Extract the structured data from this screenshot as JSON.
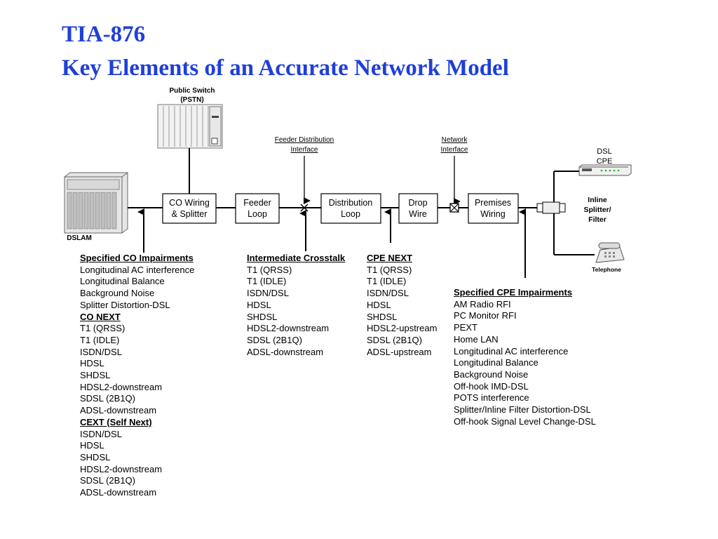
{
  "title": {
    "line1": "TIA-876",
    "line2": "Key Elements of an Accurate Network Model"
  },
  "diagram": {
    "pstn_label_1": "Public Switch",
    "pstn_label_2": "(PSTN)",
    "dslam_label": "DSLAM",
    "co_wiring": [
      "CO Wiring",
      "& Splitter"
    ],
    "feeder_loop": [
      "Feeder",
      "Loop"
    ],
    "distribution_loop": [
      "Distribution",
      "Loop"
    ],
    "drop_wire": [
      "Drop",
      "Wire"
    ],
    "premises_wiring": [
      "Premises",
      "Wiring"
    ],
    "feeder_interface": [
      "Feeder Distribution",
      "Interface"
    ],
    "network_interface": [
      "Network",
      "Interface"
    ],
    "dsl_cpe": [
      "DSL",
      "CPE"
    ],
    "inline_filter": [
      "Inline",
      "Splitter/",
      "Filter"
    ],
    "telephone": "Telephone"
  },
  "lists": {
    "co": {
      "items": [
        {
          "text": "Specified CO Impairments",
          "heading": true
        },
        {
          "text": "Longitudinal AC interference"
        },
        {
          "text": "Longitudinal Balance"
        },
        {
          "text": "Background Noise"
        },
        {
          "text": "Splitter Distortion-DSL"
        },
        {
          "text": "CO NEXT",
          "heading": true
        },
        {
          "text": "T1 (QRSS)"
        },
        {
          "text": "T1 (IDLE)"
        },
        {
          "text": "ISDN/DSL"
        },
        {
          "text": "HDSL"
        },
        {
          "text": "SHDSL"
        },
        {
          "text": "HDSL2-downstream"
        },
        {
          "text": "SDSL (2B1Q)"
        },
        {
          "text": "ADSL-downstream"
        },
        {
          "text": "CEXT (Self Next)",
          "heading": true
        },
        {
          "text": "ISDN/DSL"
        },
        {
          "text": "HDSL"
        },
        {
          "text": "SHDSL"
        },
        {
          "text": "HDSL2-downstream"
        },
        {
          "text": "SDSL (2B1Q)"
        },
        {
          "text": "ADSL-downstream"
        }
      ]
    },
    "intermediate": {
      "items": [
        {
          "text": "Intermediate Crosstalk",
          "heading": true
        },
        {
          "text": "T1 (QRSS)"
        },
        {
          "text": "T1 (IDLE)"
        },
        {
          "text": "ISDN/DSL"
        },
        {
          "text": "HDSL"
        },
        {
          "text": "SHDSL"
        },
        {
          "text": "HDSL2-downstream"
        },
        {
          "text": "SDSL (2B1Q)"
        },
        {
          "text": "ADSL-downstream"
        }
      ]
    },
    "cpe_next": {
      "items": [
        {
          "text": "CPE NEXT",
          "heading": true
        },
        {
          "text": "T1 (QRSS)"
        },
        {
          "text": "T1 (IDLE)"
        },
        {
          "text": "ISDN/DSL"
        },
        {
          "text": "HDSL"
        },
        {
          "text": "SHDSL"
        },
        {
          "text": "HDSL2-upstream"
        },
        {
          "text": "SDSL (2B1Q)"
        },
        {
          "text": "ADSL-upstream"
        }
      ]
    },
    "cpe_impairments": {
      "items": [
        {
          "text": "Specified CPE Impairments",
          "heading": true
        },
        {
          "text": "AM Radio RFI"
        },
        {
          "text": "PC Monitor RFI"
        },
        {
          "text": "PEXT"
        },
        {
          "text": "Home LAN"
        },
        {
          "text": "Longitudinal AC interference"
        },
        {
          "text": "Longitudinal Balance"
        },
        {
          "text": "Background Noise"
        },
        {
          "text": "Off-hook IMD-DSL"
        },
        {
          "text": "POTS interference"
        },
        {
          "text": "Splitter/Inline Filter Distortion-DSL"
        },
        {
          "text": "Off-hook Signal Level Change-DSL"
        }
      ]
    }
  }
}
